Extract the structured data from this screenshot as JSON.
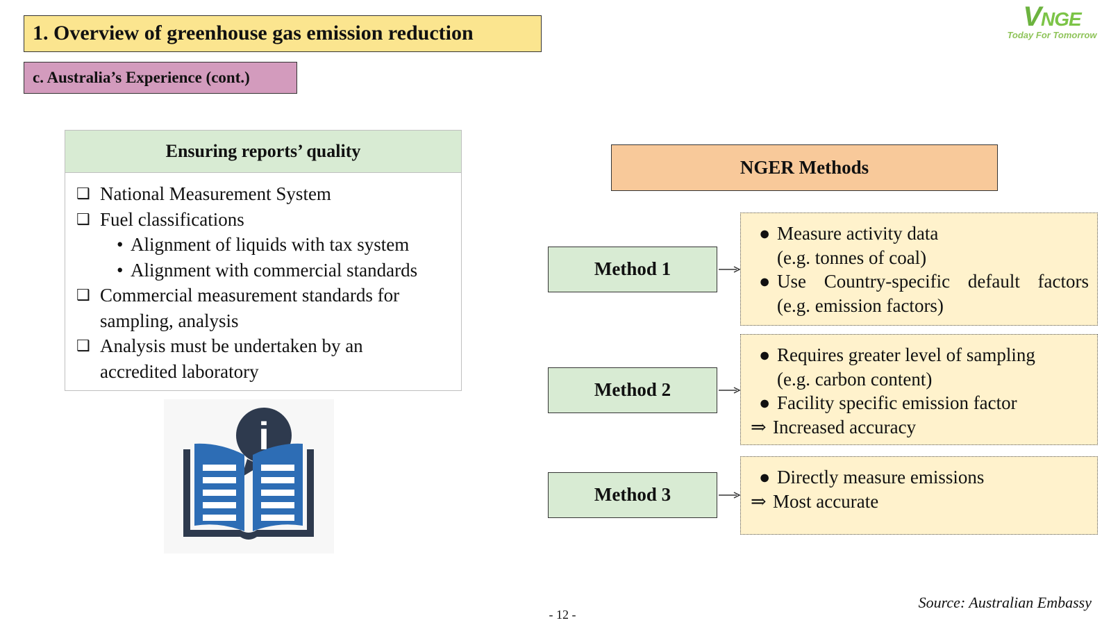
{
  "header": {
    "title": "1. Overview of greenhouse gas emission reduction",
    "subtitle": "c. Australia’s Experience (cont.)"
  },
  "logo": {
    "mark_v": "V",
    "mark_rest": "NGE",
    "tagline": "Today For Tomorrow"
  },
  "quality": {
    "heading": "Ensuring reports’ quality",
    "checkbox_glyph": "❑",
    "bullet_glyph": "•",
    "items": [
      {
        "text": "National Measurement System"
      },
      {
        "text": "Fuel classifications"
      },
      {
        "sub1": "Alignment of liquids with tax system"
      },
      {
        "sub2": "Alignment with commercial standards"
      },
      {
        "line1": "Commercial measurement standards for",
        "line2": "sampling, analysis"
      },
      {
        "line1": "Analysis must be undertaken by an",
        "line2": "accredited laboratory"
      }
    ]
  },
  "illustration": {
    "icon": "book-info-icon",
    "badge": "i"
  },
  "nger": {
    "title": "NGER Methods",
    "bullet": "●",
    "implies": "⇒",
    "methods": [
      {
        "label": "Method 1",
        "b1": "Measure activity data",
        "b1_cont": "(e.g. tonnes of coal)",
        "b2": "Use Country-specific default factors",
        "b2_cont": "(e.g. emission factors)"
      },
      {
        "label": "Method 2",
        "b1": "Requires greater level of sampling",
        "b1_cont": "(e.g. carbon content)",
        "b2": "Facility specific emission factor",
        "result": "Increased accuracy"
      },
      {
        "label": "Method 3",
        "b1": "Directly measure emissions",
        "result": "Most accurate"
      }
    ]
  },
  "footer": {
    "source": "Source: Australian Embassy",
    "page": "- 12 -"
  },
  "colors": {
    "title_fill": "#fbe58f",
    "subtitle_fill": "#d39bbd",
    "green_fill": "#d8ebd3",
    "orange_fill": "#f8c99a",
    "detail_fill": "#fff2cc",
    "book_blue": "#2d6db5",
    "book_dark": "#2e3a4e",
    "logo_green": "#7cc447"
  }
}
